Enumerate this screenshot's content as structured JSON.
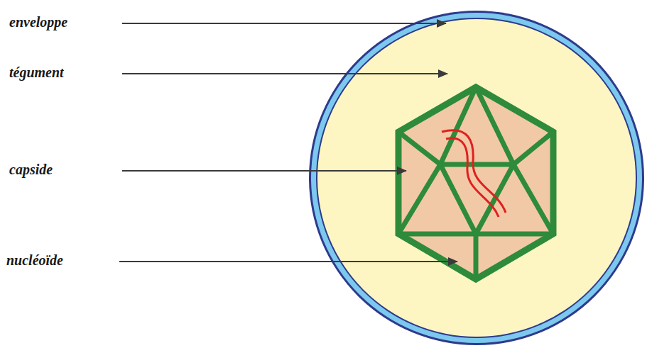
{
  "diagram": {
    "labels": [
      "enveloppe",
      "tégument",
      "capside",
      "nucléoïde"
    ]
  }
}
